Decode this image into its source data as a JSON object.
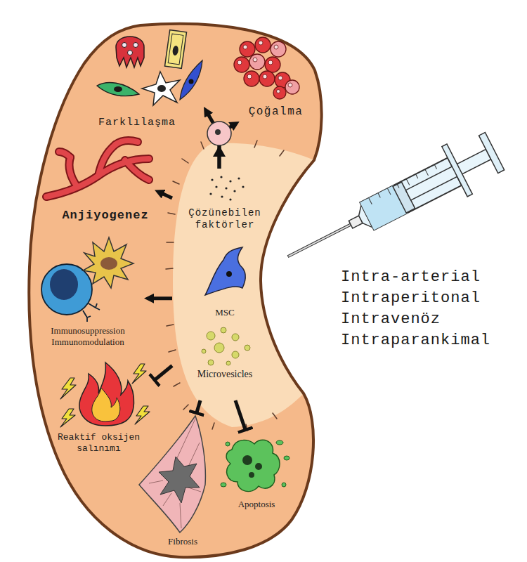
{
  "diagram": {
    "nodes": [
      {
        "text": [
          "Farklılaşma"
        ]
      },
      {
        "text": [
          "Çoğalma"
        ]
      },
      {
        "text": [
          "Anjiyogenez"
        ]
      },
      {
        "text": [
          "Çözünebilen faktörler",
          "MSC",
          "Microvesicles"
        ]
      },
      {
        "text": [
          "Immunosuppression Immunomodulation"
        ]
      },
      {
        "text": [
          "Reaktif oksijen salınımı"
        ]
      },
      {
        "text": [
          "Fibrosis"
        ]
      },
      {
        "text": [
          "Apoptosis"
        ]
      }
    ],
    "edges": [
      {
        "from": 3,
        "to": 0,
        "arrow": "to"
      },
      {
        "from": 3,
        "to": 1,
        "arrow": "to"
      },
      {
        "from": 3,
        "to": 2,
        "arrow": "to"
      },
      {
        "from": 3,
        "to": 4,
        "arrow": "to"
      },
      {
        "from": 3,
        "to": 5,
        "arrow": "to"
      },
      {
        "from": 3,
        "to": 6,
        "arrow": "to"
      },
      {
        "from": 3,
        "to": 7,
        "arrow": "to"
      }
    ],
    "labels": [
      "Intra-arterial",
      "Intraperitonal",
      "Intravenöz",
      "Intraparankimal"
    ]
  }
}
